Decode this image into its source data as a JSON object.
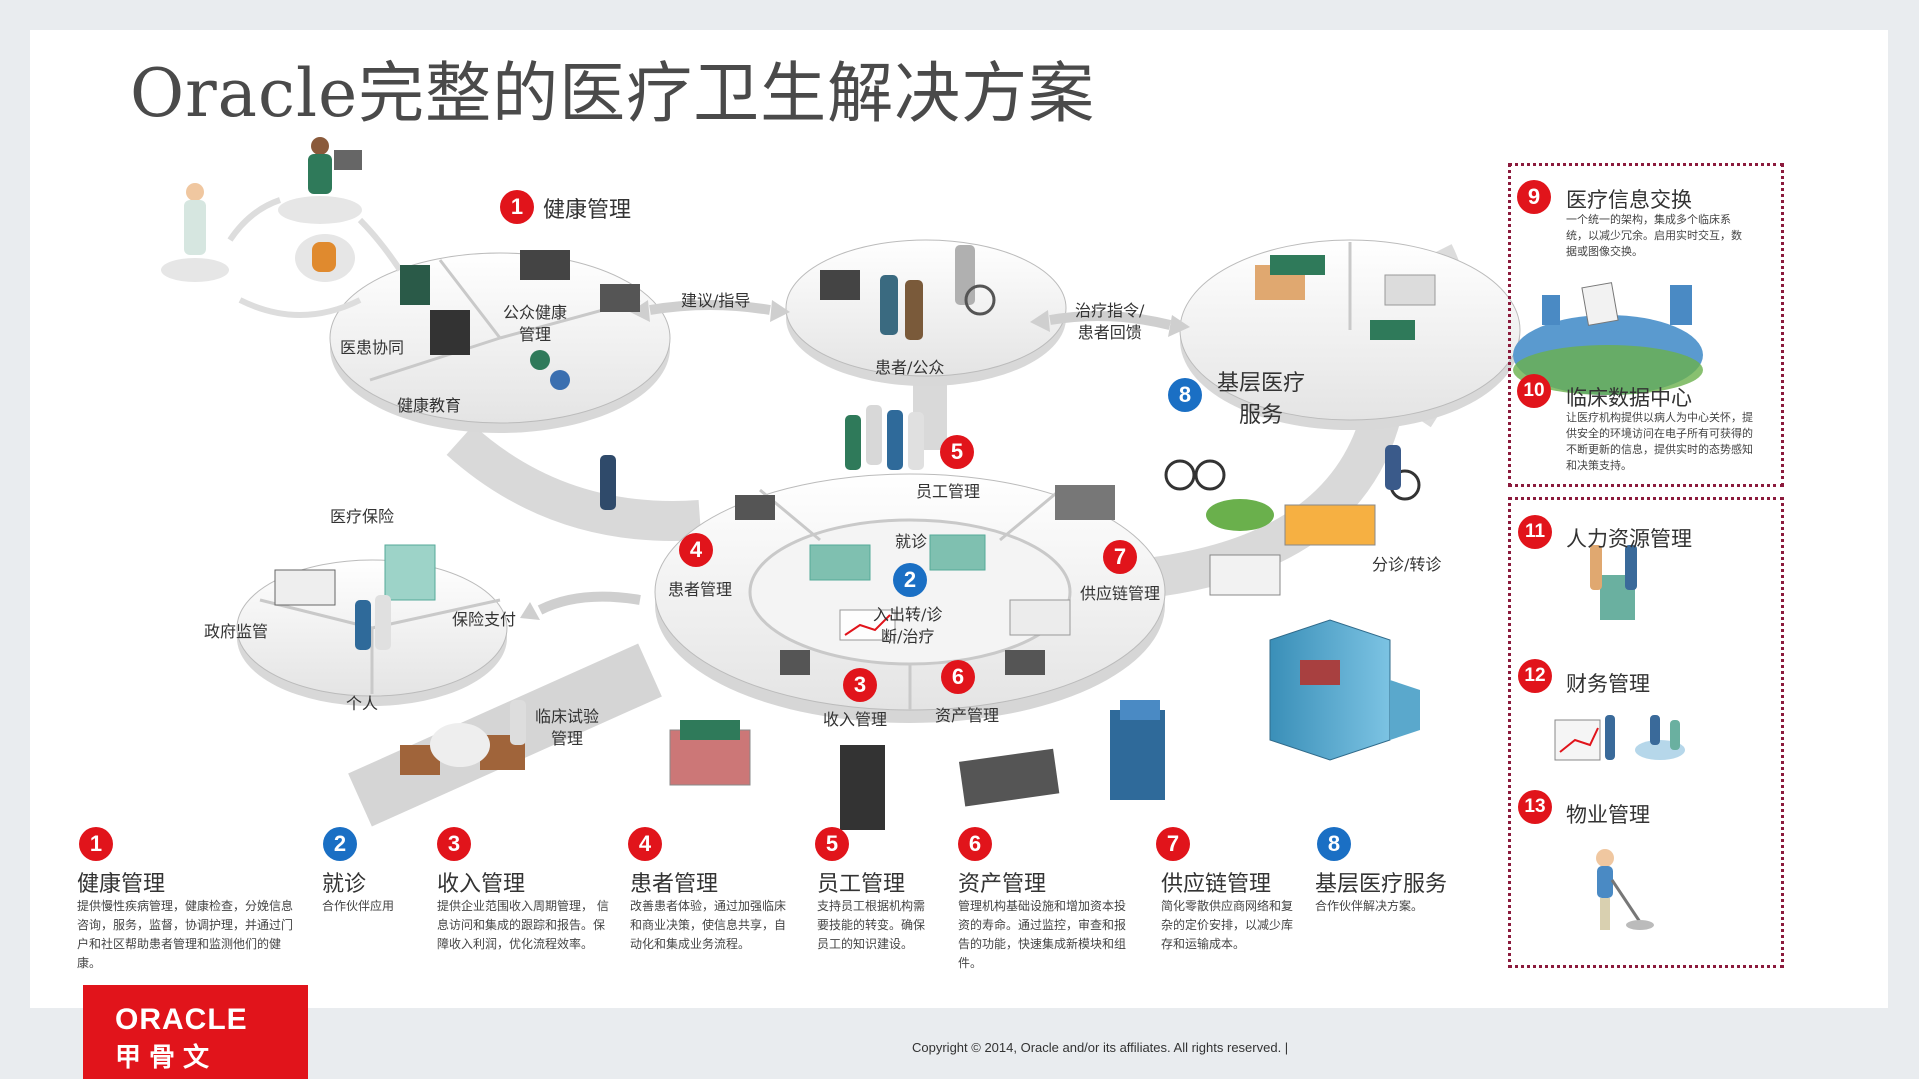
{
  "title": "Oracle完整的医疗卫生解决方案",
  "diagram": {
    "hub_health": {
      "num": "1",
      "title": "健康管理",
      "sectors": [
        "医患协同",
        "公众健康\n管理",
        "健康教育"
      ]
    },
    "hub_patients": {
      "sector": "患者/公众"
    },
    "hub_primary": {
      "num": "8",
      "title": "基层医疗\n服务"
    },
    "hub_insurance": {
      "sectors": [
        "医疗保险",
        "政府监管",
        "保险支付",
        "个人"
      ]
    },
    "hub_center": {
      "items": [
        {
          "num": "5",
          "label": "员工管理"
        },
        {
          "num": "4",
          "label": "患者管理"
        },
        {
          "num": "2",
          "label": "入出转/诊\n断/治疗"
        },
        {
          "num": "7",
          "label": "供应链管理"
        },
        {
          "num": "3",
          "label": "收入管理"
        },
        {
          "num": "6",
          "label": "资产管理"
        }
      ],
      "inner": "就诊"
    },
    "arrows": {
      "advice": "建议/指导",
      "treatment": "治疗指令/\n患者回馈",
      "referral": "分诊/转诊",
      "trial": "临床试验\n管理"
    }
  },
  "side_panel": {
    "top": [
      {
        "num": "9",
        "title": "医疗信息交换",
        "desc": "一个统一的架构，集成多个临床系统，以减少冗余。启用实时交互，数据或图像交换。"
      },
      {
        "num": "10",
        "title": "临床数据中心",
        "desc": "让医疗机构提供以病人为中心关怀，提供安全的环境访问在电子所有可获得的不断更新的信息，提供实时的态势感知和决策支持。"
      }
    ],
    "bottom": [
      {
        "num": "11",
        "title": "人力资源管理"
      },
      {
        "num": "12",
        "title": "财务管理"
      },
      {
        "num": "13",
        "title": "物业管理"
      }
    ]
  },
  "bottom_items": [
    {
      "num": "1",
      "title": "健康管理",
      "desc": "提供慢性疾病管理，健康检查，分娩信息咨询，服务，监督，协调护理，并通过门户和社区帮助患者管理和监测他们的健康。",
      "color": "#e1141b"
    },
    {
      "num": "2",
      "title": "就诊",
      "desc": "合作伙伴应用",
      "color": "#1a6fc4"
    },
    {
      "num": "3",
      "title": "收入管理",
      "desc": "提供企业范围收入周期管理， 信息访问和集成的跟踪和报告。保障收入利润，优化流程效率。",
      "color": "#e1141b"
    },
    {
      "num": "4",
      "title": "患者管理",
      "desc": "改善患者体验，通过加强临床和商业决策，使信息共享，自动化和集成业务流程。",
      "color": "#e1141b"
    },
    {
      "num": "5",
      "title": "员工管理",
      "desc": "支持员工根据机构需要技能的转变。确保员工的知识建设。",
      "color": "#e1141b"
    },
    {
      "num": "6",
      "title": "资产管理",
      "desc": "管理机构基础设施和增加资本投资的寿命。通过监控，审查和报告的功能，快速集成新模块和组件。",
      "color": "#e1141b"
    },
    {
      "num": "7",
      "title": "供应链管理",
      "desc": "简化零散供应商网络和复杂的定价安排，以减少库存和运输成本。",
      "color": "#e1141b"
    },
    {
      "num": "8",
      "title": "基层医疗服务",
      "desc": "合作伙伴解决方案。",
      "color": "#1a6fc4"
    }
  ],
  "logo": {
    "en": "ORACLE",
    "cn": "甲骨文"
  },
  "footer": "Copyright © 2014, Oracle and/or its affiliates. All rights reserved.   |"
}
